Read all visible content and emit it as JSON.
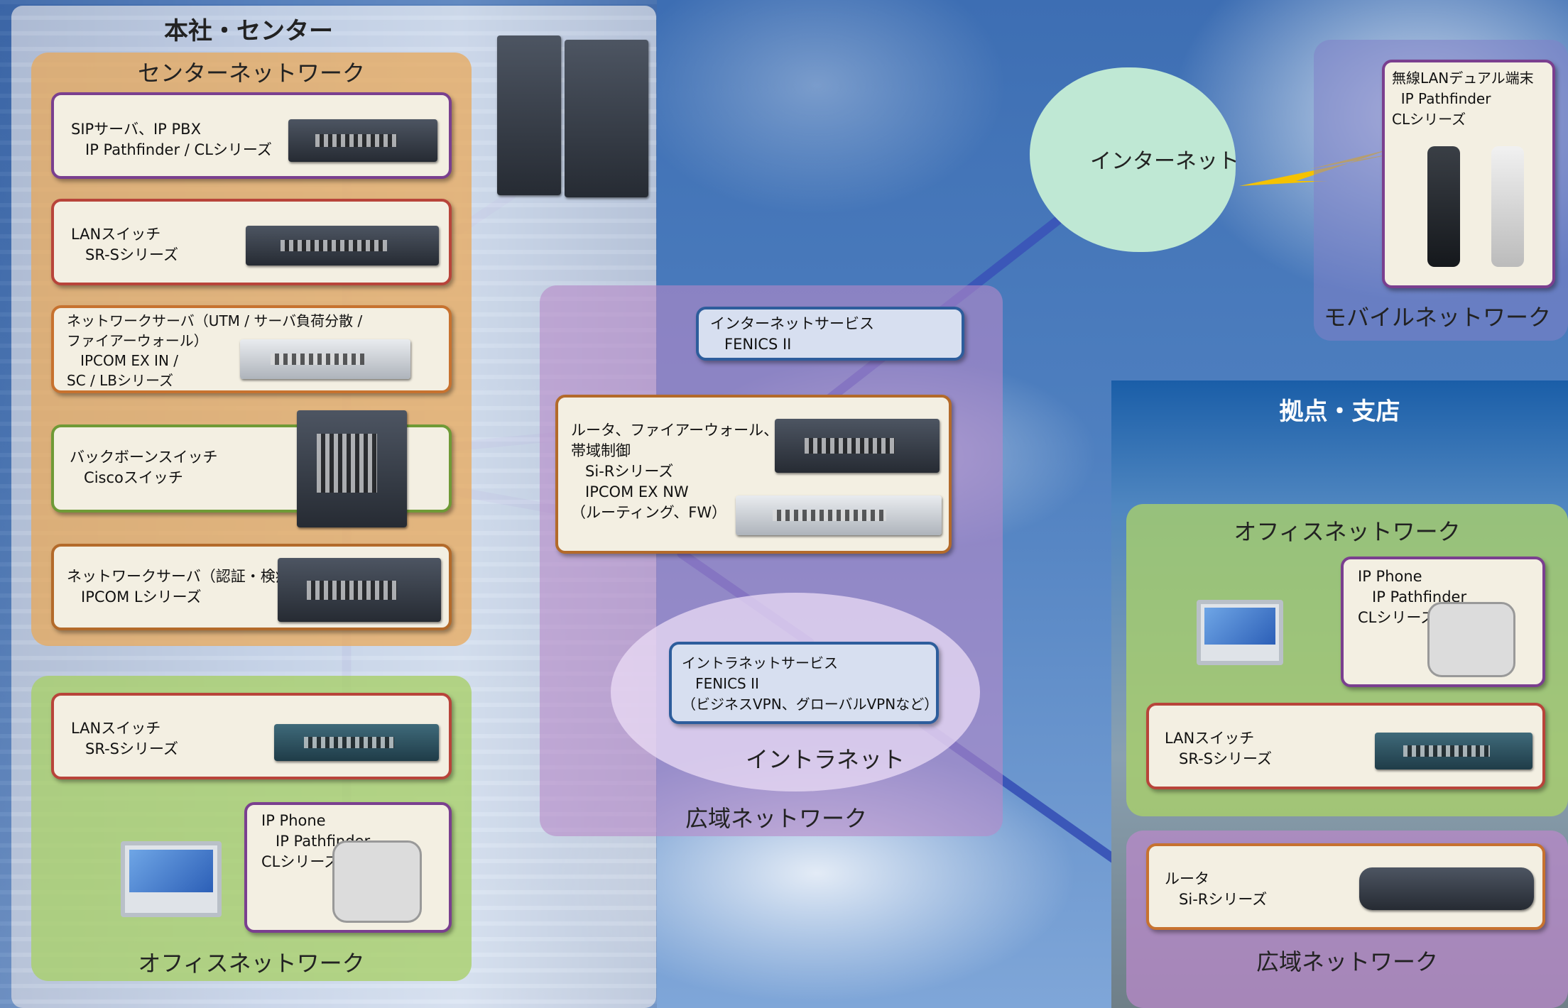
{
  "colors": {
    "line": "#3b57b8",
    "orange_zone": "#e8a85a",
    "green_zone": "#a9cf6a",
    "purple_zone": "#b888c8",
    "cloud": "#bfe8d4",
    "bolt": "#f5c200"
  },
  "hq": {
    "title": "本社・センター",
    "center_network": "センターネットワーク",
    "office_network": "オフィスネットワーク",
    "cards": {
      "sip": "SIPサーバ、IP PBX\n   IP Pathfinder / CLシリーズ",
      "lan1": "LANスイッチ\n   SR-Sシリーズ",
      "netserver1": "ネットワークサーバ（UTM / サーバ負荷分散 /\nファイアーウォール）\n   IPCOM EX IN /\nSC / LBシリーズ",
      "backbone": "バックボーンスイッチ\n   Ciscoスイッチ",
      "netserver2": "ネットワークサーバ（認証・検疫）\n   IPCOM Lシリーズ",
      "lan2": "LANスイッチ\n   SR-Sシリーズ",
      "phone": "IP Phone\n   IP Pathfinder\nCLシリーズ"
    }
  },
  "wan": {
    "internet_service": "インターネットサービス\n   FENICS II",
    "router": "ルータ、ファイアーウォール、\n帯域制御\n   Si-Rシリーズ\n   IPCOM EX NW\n（ルーティング、FW）",
    "intranet_service": "イントラネットサービス\n   FENICS II\n（ビジネスVPN、グローバルVPNなど）",
    "intranet_label": "イントラネット",
    "wan_label": "広域ネットワーク"
  },
  "internet": {
    "label": "インターネット"
  },
  "mobile": {
    "card": "無線LANデュアル端末\n  IP Pathfinder\nCLシリーズ",
    "label": "モバイルネットワーク"
  },
  "branch": {
    "title": "拠点・支店",
    "office_network": "オフィスネットワーク",
    "phone": "IP Phone\n   IP Pathfinder\nCLシリーズ",
    "lan": "LANスイッチ\n   SR-Sシリーズ",
    "router": "ルータ\n   Si-Rシリーズ",
    "wan_label": "広域ネットワーク"
  }
}
